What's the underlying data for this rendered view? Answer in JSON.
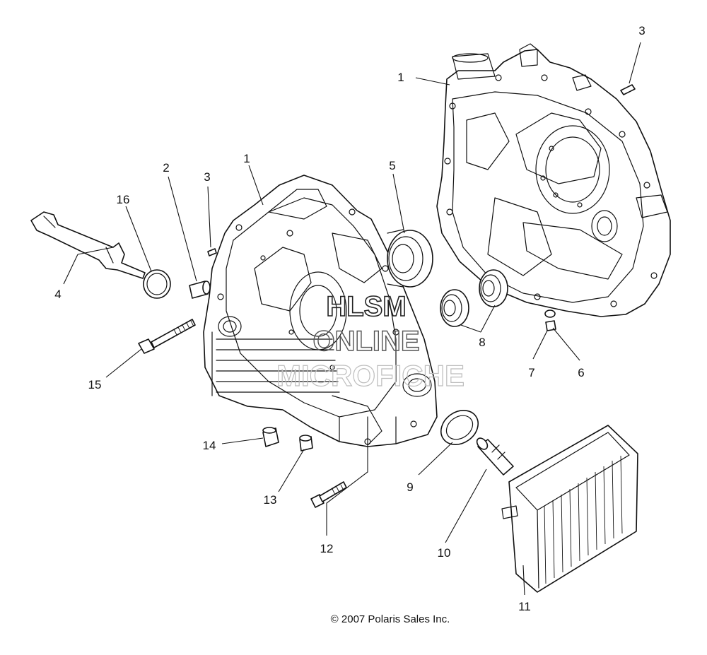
{
  "callouts": [
    {
      "id": "c1a",
      "label": "1"
    },
    {
      "id": "c1b",
      "label": "1"
    },
    {
      "id": "c2",
      "label": "2"
    },
    {
      "id": "c3a",
      "label": "3"
    },
    {
      "id": "c3b",
      "label": "3"
    },
    {
      "id": "c4",
      "label": "4"
    },
    {
      "id": "c5",
      "label": "5"
    },
    {
      "id": "c6",
      "label": "6"
    },
    {
      "id": "c7",
      "label": "7"
    },
    {
      "id": "c8",
      "label": "8"
    },
    {
      "id": "c9",
      "label": "9"
    },
    {
      "id": "c10",
      "label": "10"
    },
    {
      "id": "c11",
      "label": "11"
    },
    {
      "id": "c12",
      "label": "12"
    },
    {
      "id": "c13",
      "label": "13"
    },
    {
      "id": "c14",
      "label": "14"
    },
    {
      "id": "c15",
      "label": "15"
    },
    {
      "id": "c16",
      "label": "16"
    }
  ],
  "watermark": {
    "line1": "HLSM",
    "line2": "ONLINE",
    "line3": "MICROFICHE"
  },
  "copyright": "© 2007 Polaris Sales Inc."
}
